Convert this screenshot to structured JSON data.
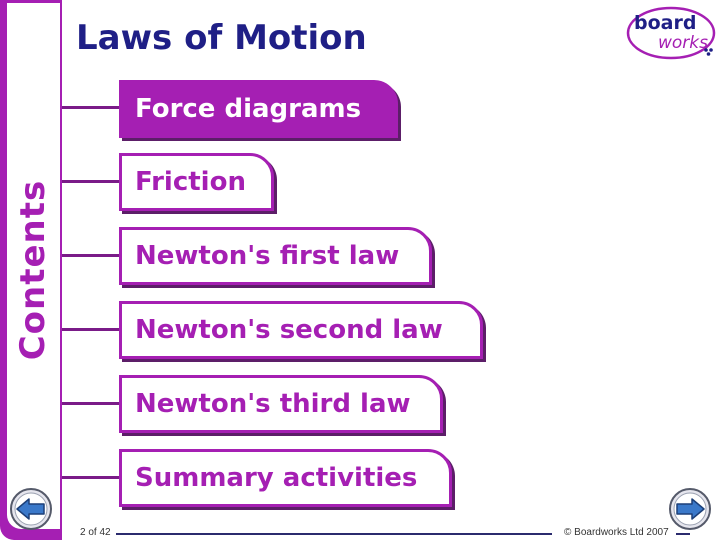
{
  "title": "Laws of Motion",
  "sidebar": {
    "label": "Contents"
  },
  "logo": {
    "line1": "board",
    "line2": "works"
  },
  "menu": [
    {
      "label": "Force diagrams",
      "active": true
    },
    {
      "label": "Friction",
      "active": false
    },
    {
      "label": "Newton's first law",
      "active": false
    },
    {
      "label": "Newton's second law",
      "active": false
    },
    {
      "label": "Newton's third law",
      "active": false
    },
    {
      "label": "Summary activities",
      "active": false
    }
  ],
  "footer": {
    "page": "2 of 42",
    "copyright": "© Boardworks Ltd 2007"
  },
  "colors": {
    "accent": "#a51fb3",
    "title": "#1f1f86",
    "nav": "#3a78c9"
  },
  "nav": {
    "back_icon": "arrow-left-icon",
    "forward_icon": "arrow-right-icon"
  }
}
